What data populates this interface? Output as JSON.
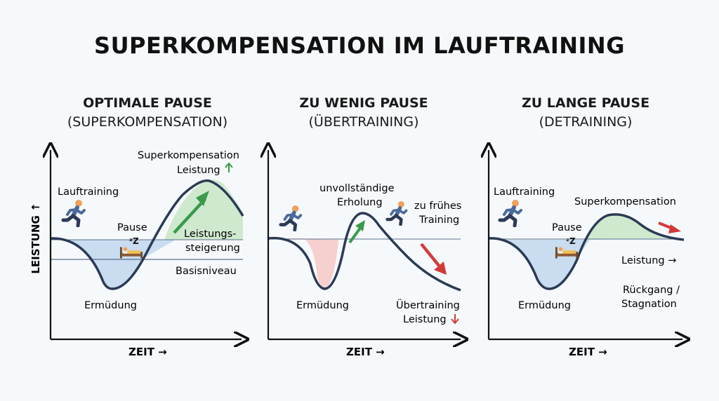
{
  "title": "SUPERKOMPENSATION IM LAUFTRAINING",
  "panels": [
    {
      "title": "OPTIMALE PAUSE",
      "subtitle": "(SUPERKOMPENSATION)",
      "labels": {
        "training": "Lauftraining",
        "pause": "Pause",
        "fatigue": "Ermüdung",
        "supercomp": "Superkompensation",
        "performance": "Leistung",
        "gain_line1": "Leistungs-",
        "gain_line2": "steigerung",
        "baseline": "Basisniveau"
      },
      "xlabel": "ZEIT →",
      "ylabel": "LEISTUNG ↑"
    },
    {
      "title": "ZU WENIG PAUSE",
      "subtitle": "(ÜBERTRAINING)",
      "labels": {
        "recovery_line1": "unvollständige",
        "recovery_line2": "Erholung",
        "early_line1": "zu frühes",
        "early_line2": "Training",
        "fatigue": "Ermüdung",
        "overtraining": "Übertraining",
        "performance": "Leistung"
      },
      "xlabel": "ZEIT →"
    },
    {
      "title": "ZU LANGE PAUSE",
      "subtitle": "(DETRAINING)",
      "labels": {
        "training": "Lauftraining",
        "pause": "Pause",
        "supercomp": "Superkompensation",
        "performance": "Leistung →",
        "decline_line1": "Rückgang /",
        "decline_line2": "Stagnation",
        "fatigue": "Ermüdung"
      },
      "xlabel": "ZEIT →"
    }
  ],
  "icons": [
    "runner-icon",
    "bed-icon",
    "sleep-zz-icon",
    "arrow-up-icon",
    "arrow-down-icon"
  ],
  "colors": {
    "curve": "#2b3a55",
    "fatigue_fill": "#c9dcf0",
    "gain_fill": "#cfe9cf",
    "overtraining_fill": "#f6cfcf",
    "green_arrow": "#3a9a4a",
    "red_arrow": "#d23a3a",
    "runner": "#4a6a9a",
    "runner_skin": "#f0a25a"
  }
}
